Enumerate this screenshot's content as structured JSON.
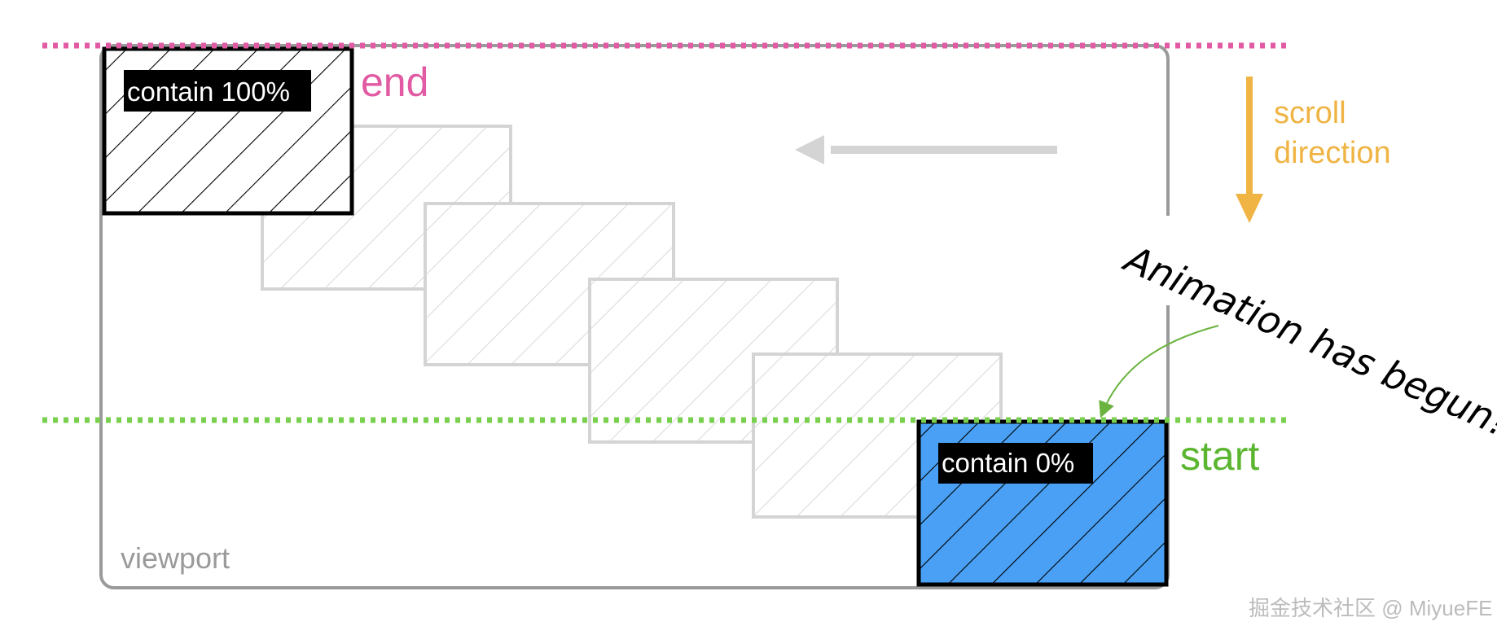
{
  "labels": {
    "end": "end",
    "start": "start",
    "viewport": "viewport",
    "scroll_line1": "scroll",
    "scroll_line2": "direction",
    "annotation": "Animation has begun!",
    "box_end": "contain 100%",
    "box_start": "contain 0%",
    "watermark": "掘金技术社区 @ MiyueFE"
  },
  "colors": {
    "end_line": "#e15aa3",
    "start_line": "#79d04f",
    "start_text": "#5ab52f",
    "scroll_arrow": "#efb444",
    "viewport_border": "#9a9a9a",
    "ghost": "#d4d4d4",
    "active_box_fill": "#4aa0f5",
    "curve_arrow": "#6bb33f"
  },
  "icons": {
    "move_arrow": "left-arrow-icon",
    "scroll_arrow": "down-arrow-icon",
    "curved_arrow": "curved-arrow-icon"
  }
}
